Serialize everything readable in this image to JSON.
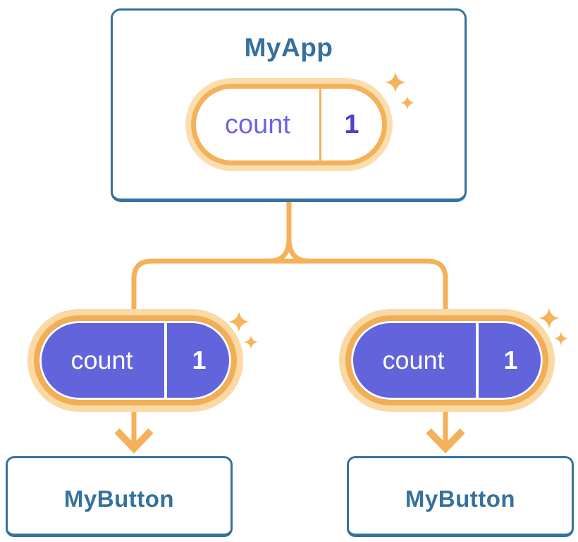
{
  "tree": {
    "root": {
      "title": "MyApp",
      "state": {
        "name": "count",
        "value": "1"
      }
    },
    "children": [
      {
        "title": "MyButton",
        "prop": {
          "name": "count",
          "value": "1"
        }
      },
      {
        "title": "MyButton",
        "prop": {
          "name": "count",
          "value": "1"
        }
      }
    ]
  },
  "colors": {
    "component_blue": "#35719E",
    "line_orange": "#F4B159",
    "halo_orange": "#FBDDAE",
    "pill_purple": "#6164DA",
    "state_name_purple": "#6C63E6",
    "state_value_purple": "#4C40D9",
    "pill_text_white": "#FFFFFF",
    "background": "#FFFFFF"
  },
  "icons": {
    "sparkle": "✦"
  }
}
